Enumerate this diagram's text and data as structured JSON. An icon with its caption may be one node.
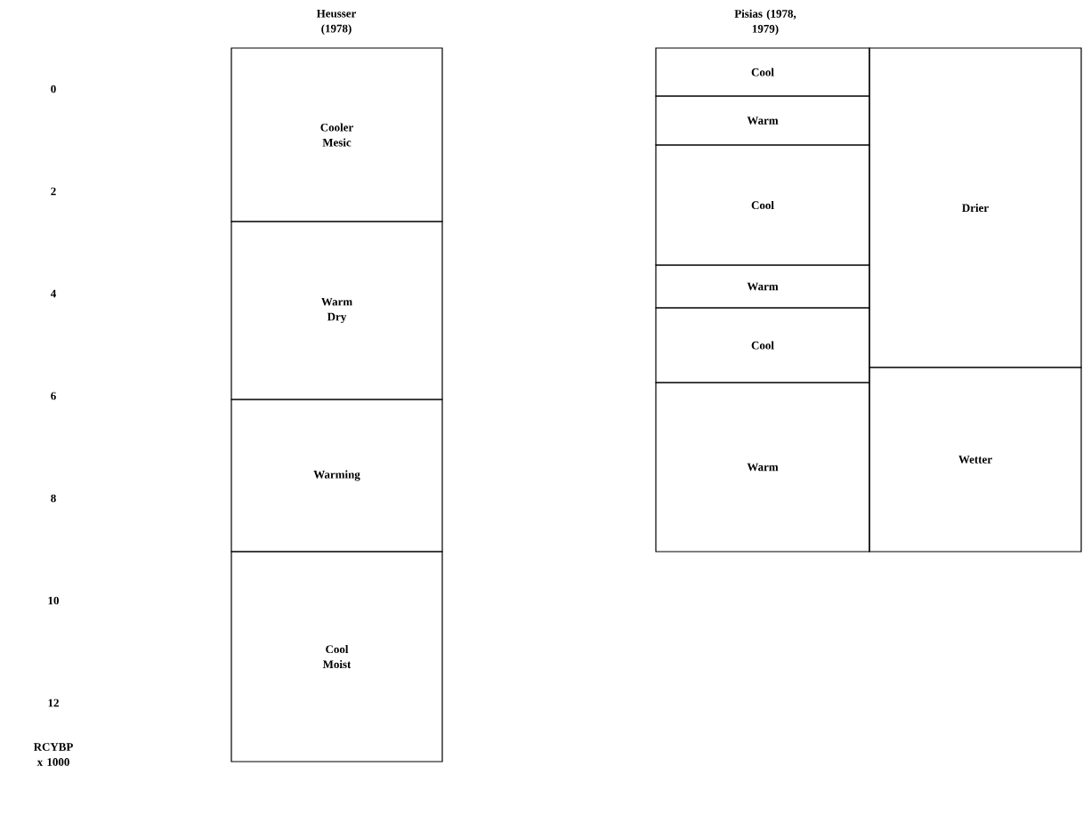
{
  "diagram": {
    "nodes": [
      {
        "text": [
          "Cooler Mesic"
        ]
      },
      {
        "text": [
          "Warm Dry"
        ]
      },
      {
        "text": [
          "Warming"
        ]
      },
      {
        "text": [
          "Cool Moist"
        ]
      },
      {
        "text": [
          "Cool"
        ]
      },
      {
        "text": [
          "Warm"
        ]
      },
      {
        "text": [
          "Cool"
        ]
      },
      {
        "text": [
          "Warm"
        ]
      },
      {
        "text": [
          "Cool"
        ]
      },
      {
        "text": [
          "Warm"
        ]
      },
      {
        "text": [
          "Drier"
        ]
      },
      {
        "text": [
          "Wetter"
        ]
      }
    ],
    "labels": [
      "Heusser (1978)",
      "Pisias (1978, 1979)",
      "0",
      "2",
      "4",
      "6",
      "8",
      "10",
      "12",
      "RCYBP x 1000"
    ]
  }
}
